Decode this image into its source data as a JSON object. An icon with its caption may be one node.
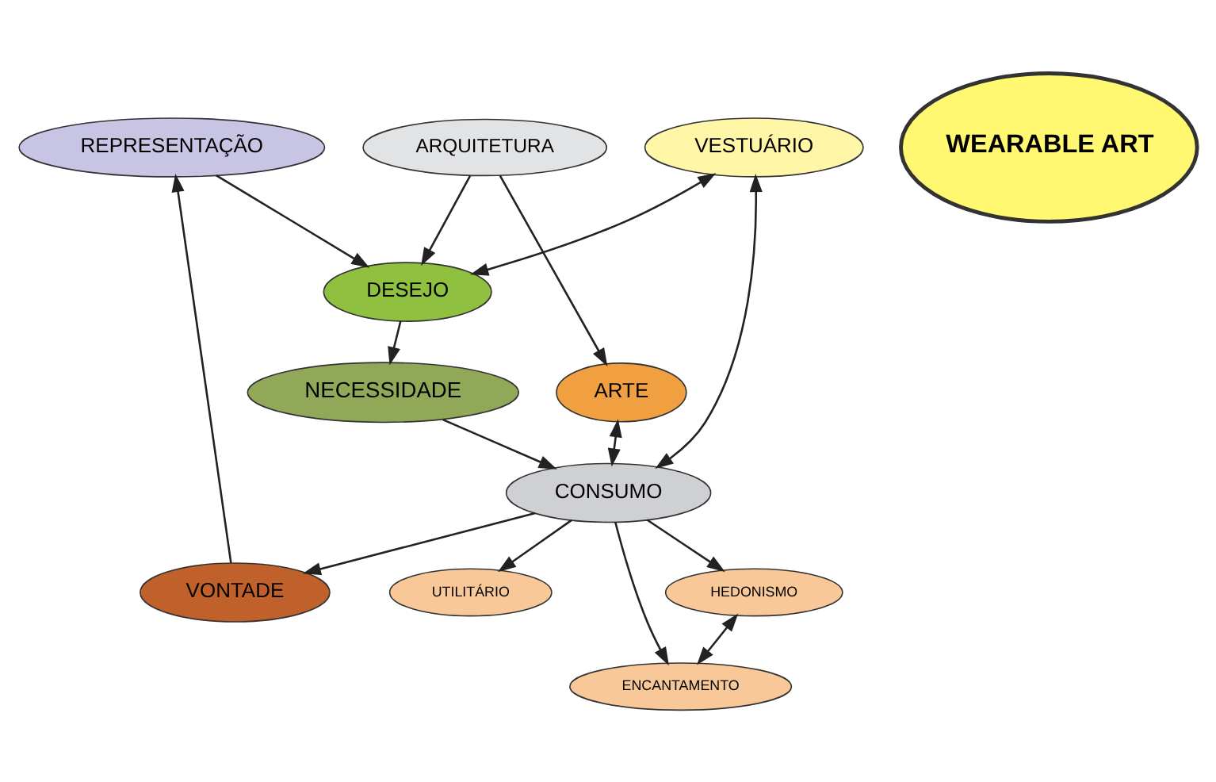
{
  "diagram": {
    "nodes": [
      {
        "text": [
          "REPRESENTAÇÃO"
        ]
      },
      {
        "text": [
          "VONTADE"
        ]
      },
      {
        "text": [
          "ARTE"
        ]
      },
      {
        "text": [
          "ARQUITETURA"
        ]
      },
      {
        "text": [
          "WEARABLE ART"
        ]
      },
      {
        "text": [
          "DESEJO"
        ]
      },
      {
        "text": [
          "VESTUÁRIO"
        ]
      },
      {
        "text": [
          "CONSUMO"
        ]
      },
      {
        "text": [
          "NECESSIDADE"
        ]
      },
      {
        "text": [
          "UTILITÁRIO"
        ]
      },
      {
        "text": [
          "HEDONISMO"
        ]
      },
      {
        "text": [
          "ENCANTAMENTO"
        ]
      }
    ],
    "edges": [
      {
        "from": 1,
        "to": 0,
        "arrow": "to"
      },
      {
        "from": 0,
        "to": 5,
        "arrow": "to"
      },
      {
        "from": 3,
        "to": 2,
        "arrow": "to"
      },
      {
        "from": 3,
        "to": 5,
        "arrow": "to"
      },
      {
        "from": 2,
        "to": 7,
        "arrow": "both"
      },
      {
        "from": 7,
        "to": 1,
        "arrow": "to"
      },
      {
        "from": 6,
        "to": 5,
        "arrow": "both"
      },
      {
        "from": 6,
        "to": 7,
        "arrow": "both"
      },
      {
        "from": 5,
        "to": 8,
        "arrow": "to"
      },
      {
        "from": 8,
        "to": 7,
        "arrow": "to"
      },
      {
        "from": 7,
        "to": 9,
        "arrow": "to"
      },
      {
        "from": 7,
        "to": 10,
        "arrow": "to"
      },
      {
        "from": 7,
        "to": 11,
        "arrow": "to"
      },
      {
        "from": 10,
        "to": 11,
        "arrow": "both"
      }
    ]
  }
}
